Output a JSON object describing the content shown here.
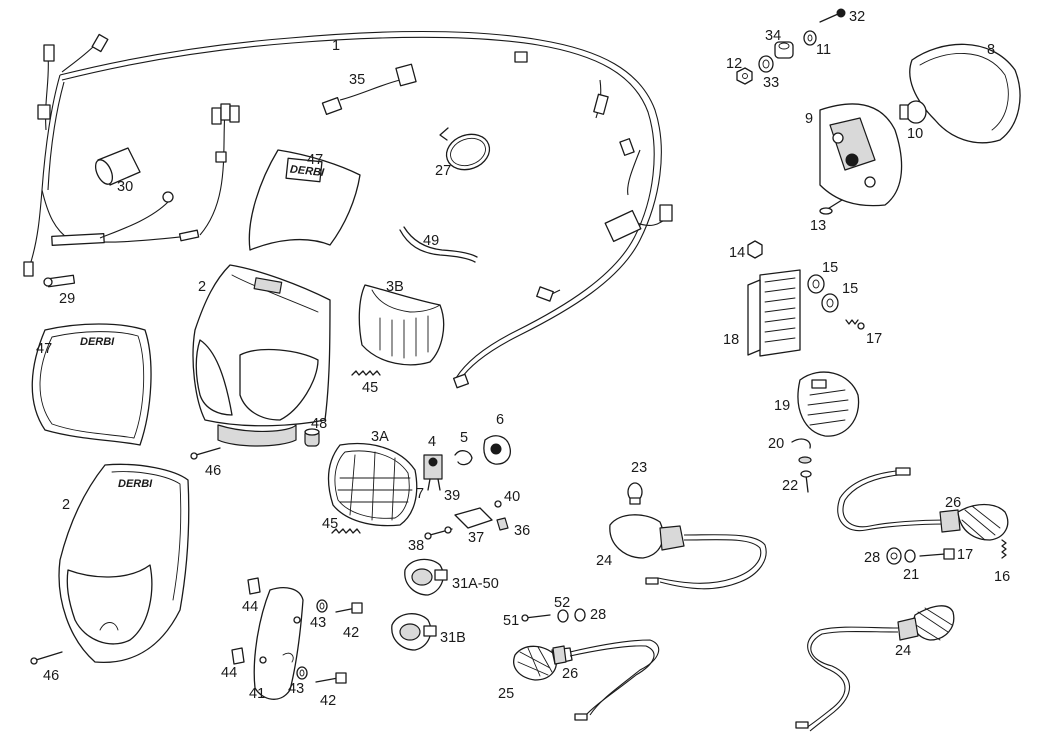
{
  "brand_logo": "DERBI",
  "parts": [
    {
      "id": "p1",
      "label": "1"
    },
    {
      "id": "p2a",
      "label": "2"
    },
    {
      "id": "p2b",
      "label": "2"
    },
    {
      "id": "p3a",
      "label": "3A"
    },
    {
      "id": "p3b",
      "label": "3B"
    },
    {
      "id": "p4",
      "label": "4"
    },
    {
      "id": "p5",
      "label": "5"
    },
    {
      "id": "p6",
      "label": "6"
    },
    {
      "id": "p7",
      "label": "7"
    },
    {
      "id": "p8",
      "label": "8"
    },
    {
      "id": "p9",
      "label": "9"
    },
    {
      "id": "p10",
      "label": "10"
    },
    {
      "id": "p11",
      "label": "11"
    },
    {
      "id": "p12",
      "label": "12"
    },
    {
      "id": "p13",
      "label": "13"
    },
    {
      "id": "p14",
      "label": "14"
    },
    {
      "id": "p15a",
      "label": "15"
    },
    {
      "id": "p15b",
      "label": "15"
    },
    {
      "id": "p16",
      "label": "16"
    },
    {
      "id": "p17a",
      "label": "17"
    },
    {
      "id": "p17b",
      "label": "17"
    },
    {
      "id": "p18",
      "label": "18"
    },
    {
      "id": "p19",
      "label": "19"
    },
    {
      "id": "p20",
      "label": "20"
    },
    {
      "id": "p21",
      "label": "21"
    },
    {
      "id": "p22",
      "label": "22"
    },
    {
      "id": "p23",
      "label": "23"
    },
    {
      "id": "p24a",
      "label": "24"
    },
    {
      "id": "p24b",
      "label": "24"
    },
    {
      "id": "p25",
      "label": "25"
    },
    {
      "id": "p26a",
      "label": "26"
    },
    {
      "id": "p26b",
      "label": "26"
    },
    {
      "id": "p27",
      "label": "27"
    },
    {
      "id": "p28a",
      "label": "28"
    },
    {
      "id": "p28b",
      "label": "28"
    },
    {
      "id": "p29",
      "label": "29"
    },
    {
      "id": "p30",
      "label": "30"
    },
    {
      "id": "p31a",
      "label": "31A-50"
    },
    {
      "id": "p31b",
      "label": "31B"
    },
    {
      "id": "p32",
      "label": "32"
    },
    {
      "id": "p33",
      "label": "33"
    },
    {
      "id": "p34",
      "label": "34"
    },
    {
      "id": "p35",
      "label": "35"
    },
    {
      "id": "p36",
      "label": "36"
    },
    {
      "id": "p37",
      "label": "37"
    },
    {
      "id": "p38",
      "label": "38"
    },
    {
      "id": "p39",
      "label": "39"
    },
    {
      "id": "p40",
      "label": "40"
    },
    {
      "id": "p41",
      "label": "41"
    },
    {
      "id": "p42a",
      "label": "42"
    },
    {
      "id": "p42b",
      "label": "42"
    },
    {
      "id": "p43a",
      "label": "43"
    },
    {
      "id": "p43b",
      "label": "43"
    },
    {
      "id": "p44a",
      "label": "44"
    },
    {
      "id": "p44b",
      "label": "44"
    },
    {
      "id": "p45a",
      "label": "45"
    },
    {
      "id": "p45b",
      "label": "45"
    },
    {
      "id": "p46a",
      "label": "46"
    },
    {
      "id": "p46b",
      "label": "46"
    },
    {
      "id": "p47a",
      "label": "47"
    },
    {
      "id": "p47b",
      "label": "47"
    },
    {
      "id": "p48",
      "label": "48"
    },
    {
      "id": "p49",
      "label": "49"
    },
    {
      "id": "p51",
      "label": "51"
    },
    {
      "id": "p52",
      "label": "52"
    }
  ]
}
